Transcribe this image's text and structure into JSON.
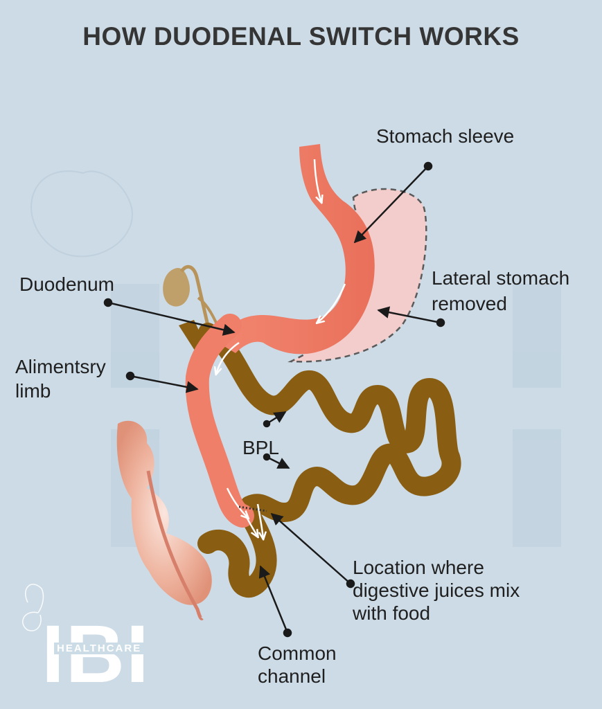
{
  "title": "HOW DUODENAL SWITCH WORKS",
  "labels": {
    "stomach_sleeve": "Stomach sleeve",
    "lateral_stomach_removed_1": "Lateral stomach",
    "lateral_stomach_removed_2": "removed",
    "duodenum": "Duodenum",
    "alimentary_limb_1": "Alimentsry",
    "alimentary_limb_2": "limb",
    "bpl": "BPL",
    "location_1": "Location where",
    "location_2": "digestive juices mix",
    "location_3": "with food",
    "common_channel_1": "Common",
    "common_channel_2": "channel"
  },
  "logo": {
    "main": "IBI",
    "sub": "HEALTHCARE"
  },
  "colors": {
    "background": "#ccdbe6",
    "stomach": "#ef7f68",
    "removed": "#f3cdcb",
    "intestine": "#8a5e12",
    "pancreas": "#e9a78f",
    "gallbladder": "#b8945a"
  }
}
